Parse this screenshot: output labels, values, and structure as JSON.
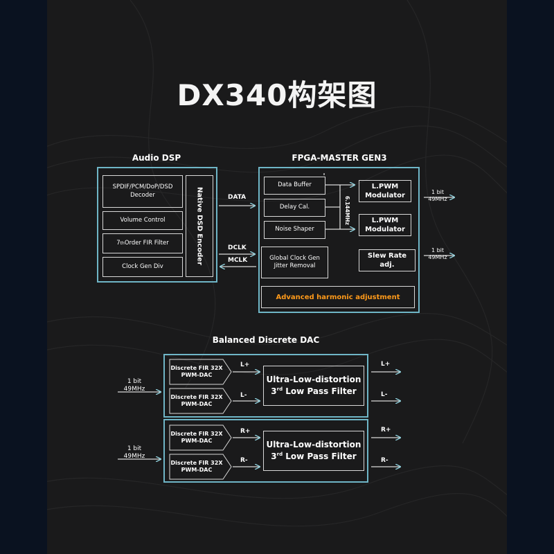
{
  "title": "DX340构架图",
  "dsp": {
    "title": "Audio DSP",
    "decoder": "SPDIF/PCM/DoP/DSD Decoder",
    "volume": "Volume Control",
    "fir_sup": "th",
    "fir_pre": "7",
    "fir_post": "Order FIR Filter",
    "clockgen": "Clock Gen Div",
    "encoder": "Native DSD Encoder"
  },
  "signals": {
    "data": "DATA",
    "dclk": "DCLK",
    "mclk": "MCLK"
  },
  "fpga": {
    "title": "FPGA-MASTER GEN3",
    "data_buffer": "Data Buffer",
    "delay": "Delay Cal.",
    "noise": "Noise Shaper",
    "freq": "6.144MHz",
    "global_clock": "Global Clock Gen Jitter Removal",
    "pwm1": "L.PWM Modulator",
    "pwm2": "L.PWM Modulator",
    "slew": "Slew Rate adj.",
    "harmonic": "Advanced harmonic adjustment",
    "out1": "1 bit 49MHz",
    "out2": "1 bit 49MHz"
  },
  "dac": {
    "title": "Balanced Discrete DAC",
    "in_top": "1 bit 49MHz",
    "in_bottom": "1 bit 49MHz",
    "pwm_dac": [
      "Discrete FIR 32X PWM-DAC",
      "Discrete FIR 32X PWM-DAC",
      "Discrete FIR 32X PWM-DAC",
      "Discrete FIR 32X PWM-DAC"
    ],
    "filter_line1": "Ultra-Low-distortion",
    "filter_pre": "3",
    "filter_sup": "rd",
    "filter_post": " Low Pass Filter",
    "l_plus": "L+",
    "l_minus": "L-",
    "r_plus": "R+",
    "r_minus": "R-"
  },
  "colors": {
    "accent": "#6fb6c7",
    "orange": "#ff9a1a",
    "line": "#d9d9d9"
  }
}
